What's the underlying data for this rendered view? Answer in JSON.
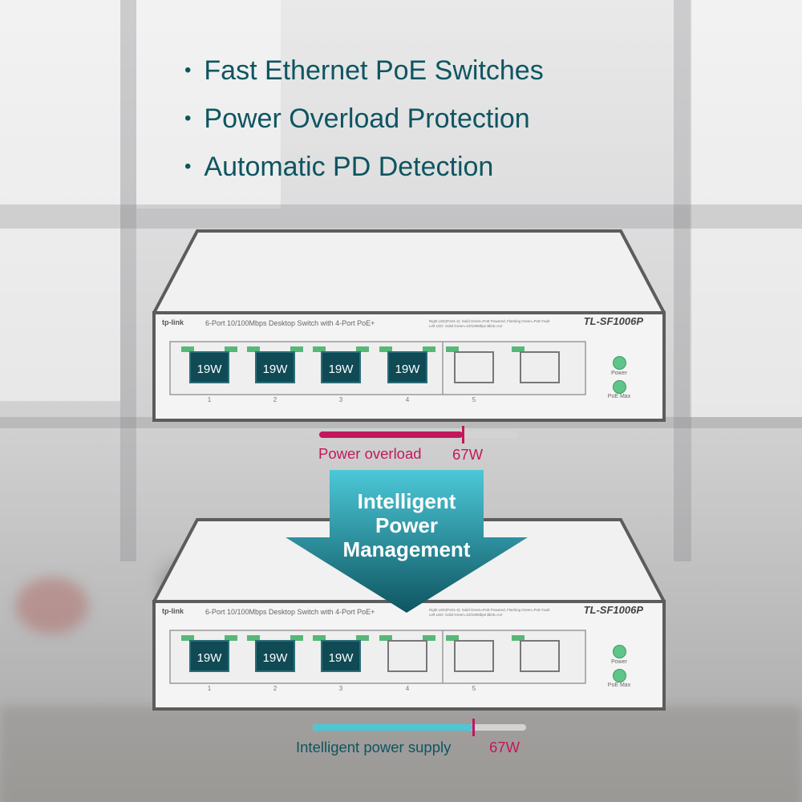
{
  "features": [
    "Fast Ethernet PoE Switches",
    "Power Overload Protection",
    "Automatic PD Detection"
  ],
  "switch_top": {
    "brand": "tp-link",
    "description": "6-Port 10/100Mbps Desktop Switch with 4-Port PoE+",
    "model": "TL-SF1006P",
    "led_legend": [
      "Right LED(Port1-4):  Solid Green=PoE Powered, Flashing Green=PoE Fault",
      "Left LED:  Solid Green=10/100Mbps  Blink=Act"
    ],
    "ports": [
      {
        "num": "1",
        "label": "19W"
      },
      {
        "num": "2",
        "label": "19W"
      },
      {
        "num": "3",
        "label": "19W"
      },
      {
        "num": "4",
        "label": "19W"
      },
      {
        "num": "5",
        "label": ""
      },
      {
        "num": "",
        "label": ""
      }
    ],
    "status": {
      "power": "Power",
      "poe_max": "PoE Max"
    }
  },
  "switch_bottom": {
    "brand": "tp-link",
    "description": "6-Port 10/100Mbps Desktop Switch with 4-Port PoE+",
    "model": "TL-SF1006P",
    "led_legend": [
      "Right LED(Port1-4):  Solid Green=PoE Powered, Flashing Green=PoE Fault",
      "Left LED:  Solid Green=10/100Mbps  Blink=Act"
    ],
    "ports": [
      {
        "num": "1",
        "label": "19W"
      },
      {
        "num": "2",
        "label": "19W"
      },
      {
        "num": "3",
        "label": "19W"
      },
      {
        "num": "4",
        "label": ""
      },
      {
        "num": "5",
        "label": ""
      },
      {
        "num": "",
        "label": ""
      }
    ],
    "status": {
      "power": "Power",
      "poe_max": "PoE Max"
    }
  },
  "overload": {
    "label": "Power overload",
    "value": "67W",
    "fill_fraction": 0.72,
    "color": "#c2185b"
  },
  "supply": {
    "label": "Intelligent power supply",
    "value": "67W",
    "fill_fraction": 0.75,
    "color": "#4ec6d6"
  },
  "arrow": {
    "lines": [
      "Intelligent",
      "Power",
      "Management"
    ],
    "color_top": "#4cc8d8",
    "color_bottom": "#0e5560"
  },
  "colors": {
    "text_teal": "#0e5560",
    "led_green": "#56b878",
    "port_dark": "#0f4a55",
    "overload_pink": "#c2185b"
  }
}
